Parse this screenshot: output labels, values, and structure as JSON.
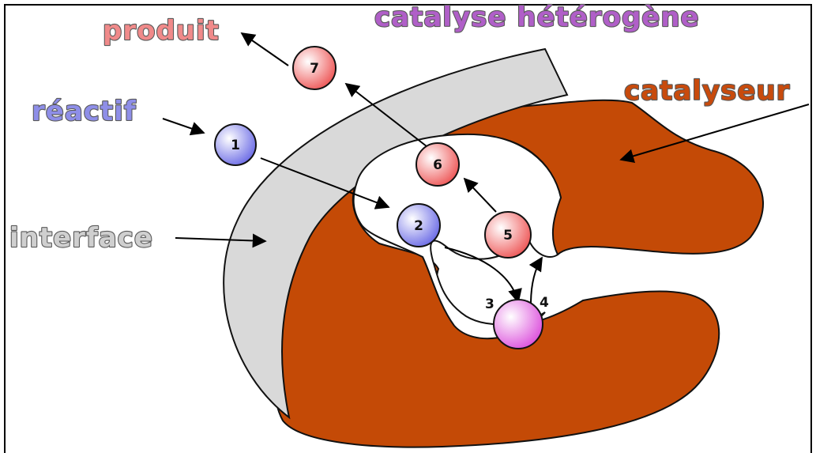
{
  "labels": {
    "title": "catalyse hétérogène",
    "product": "produit",
    "reactant": "réactif",
    "catalyst": "catalyseur",
    "interface": "interface"
  },
  "steps": {
    "s1": "1",
    "s2": "2",
    "s3": "3",
    "s4": "4",
    "s5": "5",
    "s6": "6",
    "s7": "7"
  },
  "colors": {
    "title": "#b05fc8",
    "product": "#f08a8a",
    "reactant": "#8e8ee8",
    "catalyst": "#c84a0c",
    "interface_text": "#c8c8c8",
    "catalyst_fill": "#c44a06",
    "interface_fill": "#d8d8d8",
    "reactant_ball": "#8c8cf0",
    "product_ball": "#f07878",
    "adsorbed_ball": "#e77ae6"
  }
}
